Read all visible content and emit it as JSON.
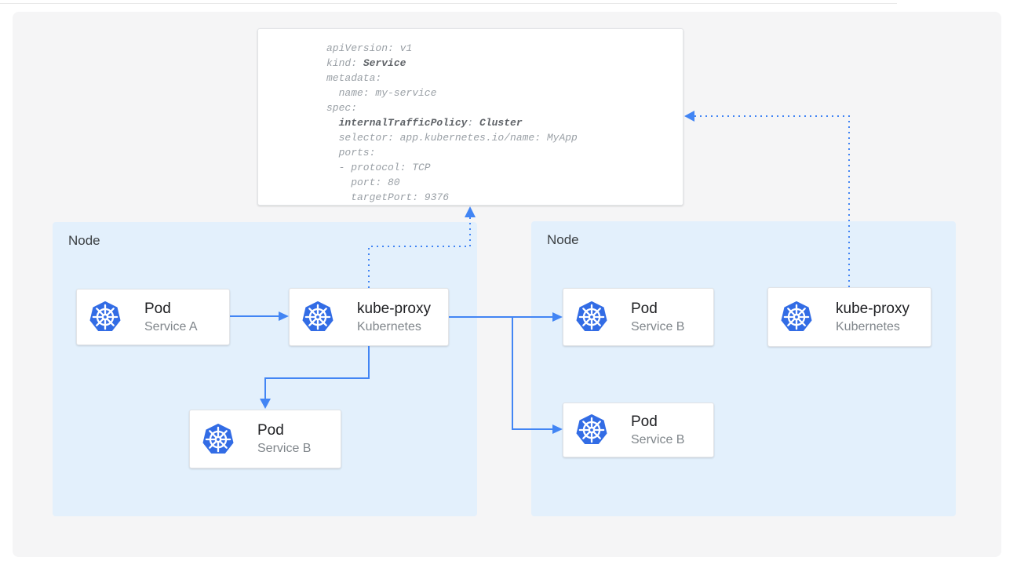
{
  "nodes": {
    "left": {
      "label": "Node"
    },
    "right": {
      "label": "Node"
    }
  },
  "cards": {
    "pod_a": {
      "title": "Pod",
      "subtitle": "Service A",
      "icon": "kubernetes-wheel-icon"
    },
    "kube_proxy_left": {
      "title": "kube-proxy",
      "subtitle": "Kubernetes",
      "icon": "kubernetes-wheel-icon"
    },
    "pod_b_left": {
      "title": "Pod",
      "subtitle": "Service B",
      "icon": "kubernetes-wheel-icon"
    },
    "pod_b_right_top": {
      "title": "Pod",
      "subtitle": "Service B",
      "icon": "kubernetes-wheel-icon"
    },
    "pod_b_right_bottom": {
      "title": "Pod",
      "subtitle": "Service B",
      "icon": "kubernetes-wheel-icon"
    },
    "kube_proxy_right": {
      "title": "kube-proxy",
      "subtitle": "Kubernetes",
      "icon": "kubernetes-wheel-icon"
    }
  },
  "yaml_manifest": {
    "lines": [
      {
        "indent": 0,
        "segments": [
          {
            "text": "apiVersion: v1",
            "bold": false
          }
        ]
      },
      {
        "indent": 0,
        "segments": [
          {
            "text": "kind: ",
            "bold": false
          },
          {
            "text": "Service",
            "bold": true
          }
        ]
      },
      {
        "indent": 0,
        "segments": [
          {
            "text": "metadata:",
            "bold": false
          }
        ]
      },
      {
        "indent": 1,
        "segments": [
          {
            "text": "name: my-service",
            "bold": false
          }
        ]
      },
      {
        "indent": 0,
        "segments": [
          {
            "text": "spec:",
            "bold": false
          }
        ]
      },
      {
        "indent": 1,
        "segments": [
          {
            "text": "internalTrafficPolicy",
            "bold": true
          },
          {
            "text": ": ",
            "bold": false
          },
          {
            "text": "Cluster",
            "bold": true
          }
        ]
      },
      {
        "indent": 1,
        "segments": [
          {
            "text": "selector: app.kubernetes.io/name: MyApp",
            "bold": false
          }
        ]
      },
      {
        "indent": 1,
        "segments": [
          {
            "text": "ports:",
            "bold": false
          }
        ]
      },
      {
        "indent": 1,
        "segments": [
          {
            "text": "- protocol: TCP",
            "bold": false
          }
        ]
      },
      {
        "indent": 2,
        "segments": [
          {
            "text": "port: 80",
            "bold": false
          }
        ]
      },
      {
        "indent": 2,
        "segments": [
          {
            "text": "targetPort: 9376",
            "bold": false
          }
        ]
      }
    ]
  },
  "colors": {
    "arrow_blue": "#4285f4",
    "kubernetes_blue": "#326ce5",
    "node_fill": "#e3f0fc",
    "panel_gray": "#f5f5f6",
    "code_text": "#9aa0a6",
    "code_bold_text": "#5f6368",
    "title_text": "#202124",
    "subtitle_text": "#80868b",
    "node_label_text": "#3c4043"
  }
}
